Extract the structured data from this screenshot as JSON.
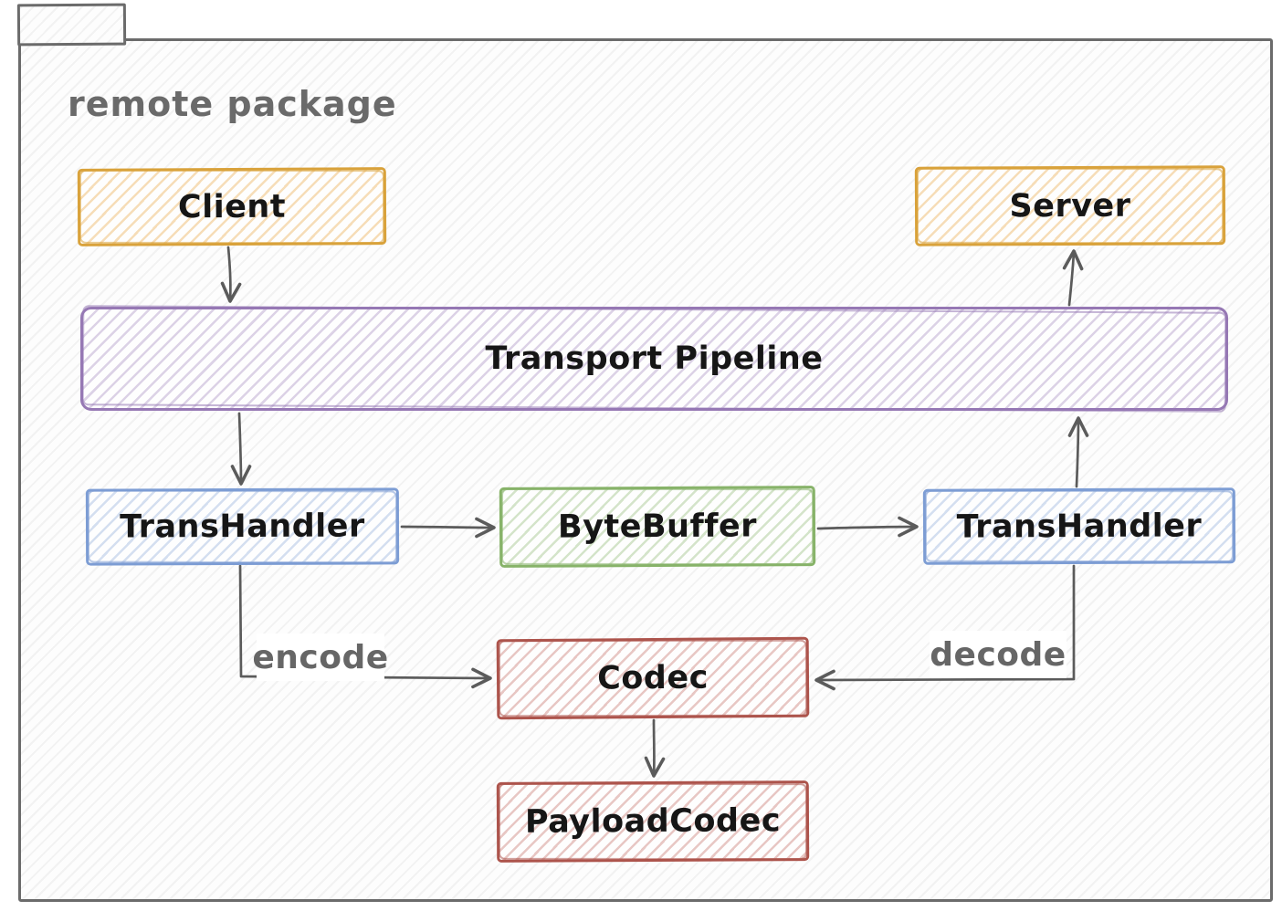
{
  "package": {
    "label": "remote package"
  },
  "nodes": {
    "client": {
      "label": "Client",
      "border_color": "#d9a23b"
    },
    "server": {
      "label": "Server",
      "border_color": "#d9a23b"
    },
    "pipeline": {
      "label": "Transport Pipeline",
      "border_color": "#9678b4"
    },
    "transhandler_left": {
      "label": "TransHandler",
      "border_color": "#7d9dd4"
    },
    "bytebuffer": {
      "label": "ByteBuffer",
      "border_color": "#87b369"
    },
    "transhandler_right": {
      "label": "TransHandler",
      "border_color": "#7d9dd4"
    },
    "codec": {
      "label": "Codec",
      "border_color": "#ad544c"
    },
    "payloadcodec": {
      "label": "PayloadCodec",
      "border_color": "#ad544c"
    }
  },
  "edges": [
    {
      "from": "client",
      "to": "pipeline",
      "label": ""
    },
    {
      "from": "pipeline",
      "to": "server",
      "label": ""
    },
    {
      "from": "pipeline",
      "to": "transhandler_left",
      "label": ""
    },
    {
      "from": "transhandler_left",
      "to": "bytebuffer",
      "label": ""
    },
    {
      "from": "bytebuffer",
      "to": "transhandler_right",
      "label": ""
    },
    {
      "from": "transhandler_right",
      "to": "pipeline",
      "label": ""
    },
    {
      "from": "transhandler_left",
      "to": "codec",
      "label": "encode"
    },
    {
      "from": "transhandler_right",
      "to": "codec",
      "label": "decode"
    },
    {
      "from": "codec",
      "to": "payloadcodec",
      "label": ""
    }
  ],
  "colors": {
    "package_border": "#6b6b6b",
    "package_label_text": "#6a6a6a",
    "arrow": "#5b5b5b",
    "node_text": "#161616",
    "edge_label_text": "#666666",
    "orange": "#d9a23b",
    "purple": "#9678b4",
    "blue": "#7d9dd4",
    "green": "#87b369",
    "red": "#ad544c"
  }
}
